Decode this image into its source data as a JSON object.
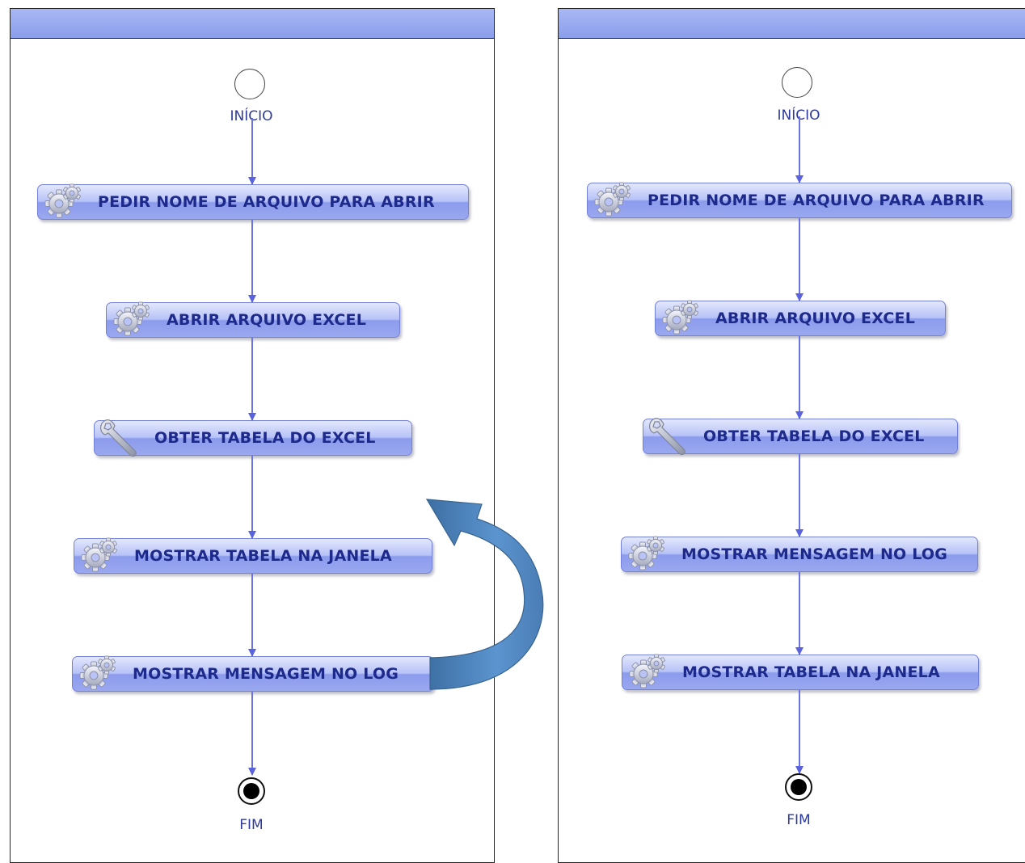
{
  "left_diagram": {
    "start_label": "INÍCIO",
    "end_label": "FIM",
    "actions": [
      {
        "label": "PEDIR NOME DE ARQUIVO PARA ABRIR",
        "icon": "gear-icon"
      },
      {
        "label": "ABRIR ARQUIVO EXCEL",
        "icon": "gear-icon"
      },
      {
        "label": "OBTER TABELA DO EXCEL",
        "icon": "wrench-icon"
      },
      {
        "label": "MOSTRAR TABELA NA JANELA",
        "icon": "gear-icon"
      },
      {
        "label": "MOSTRAR MENSAGEM NO LOG",
        "icon": "gear-icon"
      }
    ]
  },
  "right_diagram": {
    "start_label": "INÍCIO",
    "end_label": "FIM",
    "actions": [
      {
        "label": "PEDIR NOME DE ARQUIVO PARA ABRIR",
        "icon": "gear-icon"
      },
      {
        "label": "ABRIR ARQUIVO EXCEL",
        "icon": "gear-icon"
      },
      {
        "label": "OBTER TABELA DO EXCEL",
        "icon": "wrench-icon"
      },
      {
        "label": "MOSTRAR MENSAGEM NO LOG",
        "icon": "gear-icon"
      },
      {
        "label": "MOSTRAR TABELA NA JANELA",
        "icon": "gear-icon"
      }
    ]
  },
  "colors": {
    "header": "#98a9ef",
    "edge": "#6b72e3",
    "action_text": "#1d2a8c",
    "reorder_arrow": "#4f86c0"
  }
}
